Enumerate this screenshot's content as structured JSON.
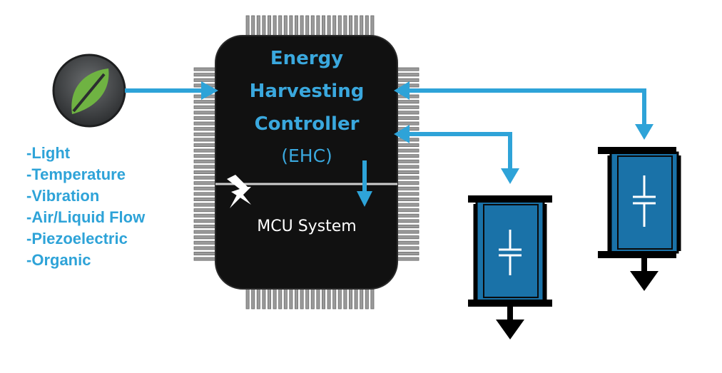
{
  "source_icon": "leaf-icon",
  "sources": [
    "-Light",
    "-Temperature",
    "-Vibration",
    "-Air/Liquid Flow",
    "-Piezoelectric",
    "-Organic"
  ],
  "chip": {
    "title_lines": [
      "Energy",
      "Harvesting",
      "Controller"
    ],
    "subtitle": "(EHC)",
    "lower_label": "MCU System"
  },
  "colors": {
    "accent": "#2ea3d8",
    "chip_body": "#111111",
    "capacitor_fill": "#1a72a8",
    "leaf": "#6fb342"
  }
}
